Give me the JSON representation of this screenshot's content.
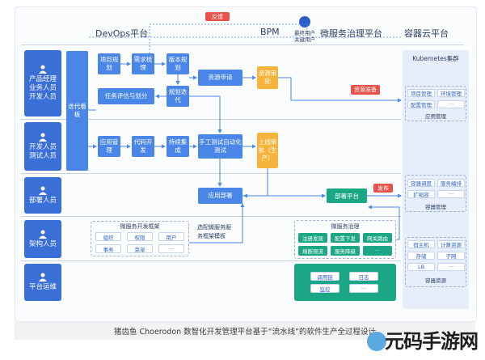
{
  "headers": {
    "devops": "DevOps平台",
    "bpm": "BPM",
    "micro": "微服务治理平台",
    "container": "容器云平台",
    "feedback": "反馈",
    "end_user": "最终用户",
    "key_user": "关键用户"
  },
  "roles": [
    {
      "lines": [
        "产品经理",
        "业务人员",
        "开发人员"
      ]
    },
    {
      "lines": [
        "开发人员",
        "测试人员"
      ]
    },
    {
      "lines": [
        "部署人员"
      ]
    },
    {
      "lines": [
        "架构人员"
      ]
    },
    {
      "lines": [
        "平台运维"
      ]
    }
  ],
  "boxes": {
    "iter_board": "迭代看板",
    "req1": "项目规划",
    "req2": "需求梳理",
    "req3": "版本规划",
    "task": "任务评估与划分",
    "sprint": "规划迭代",
    "res_apply": "资源申请",
    "res_approve": "资源审批",
    "res_ready": "资源准备",
    "app_mgmt": "应用管理",
    "code_dev": "代码开发",
    "ci": "持续集成",
    "test": "手工测试自动化测试",
    "online_approve": "上线审批（生产）",
    "deploy": "应用部署",
    "deploy_platform": "部署平台",
    "publish": "发布"
  },
  "k8s": {
    "title": "Kubernetes集群",
    "app_mgmt": {
      "chips": [
        "项目管理",
        "环境管理",
        "配置管理",
        "···"
      ],
      "label": "应用管理"
    },
    "container_mgmt": {
      "chips": [
        "容器调度",
        "服务编排",
        "扩缩容",
        "···"
      ],
      "label": "容器管理"
    },
    "container_res": {
      "chips": [
        "宿主机",
        "计算资源",
        "存储",
        "子网",
        "LB",
        "···"
      ],
      "label": "容器资源"
    }
  },
  "micro_framework": {
    "title": "微服务开发框架",
    "chips": [
      "组织",
      "权限",
      "用户",
      "事务",
      "菜单",
      "···"
    ]
  },
  "select_services": "选配微服务服务框架模板",
  "micro_gov": {
    "title": "微服务治理",
    "chips": [
      "注册发现",
      "配置下发",
      "网关路由",
      "熔断限流",
      "服务降级",
      "···"
    ]
  },
  "ops": {
    "chips": [
      "调用链",
      "日志",
      "监控",
      "···"
    ]
  },
  "caption": "猪齿鱼 Choerodon 数智化开发管理平台基于“流水线”的软件生产全过程设计",
  "watermark": "元码手游网",
  "colors": {
    "role_blue": "#3a6fd8",
    "box_blue": "#4a86e8",
    "approve_orange": "#f6b43c",
    "platform_green": "#1ba786",
    "alert_red": "#e9524a"
  }
}
